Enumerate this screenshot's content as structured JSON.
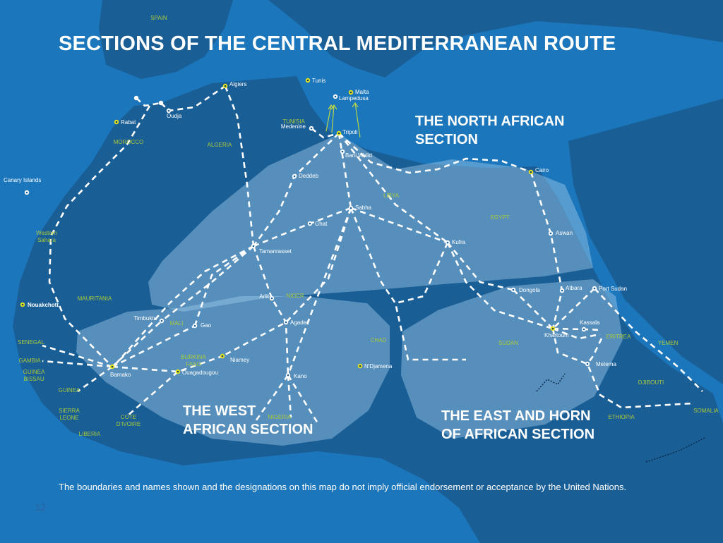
{
  "title": "SECTIONS OF THE CENTRAL MEDITERRANEAN ROUTE",
  "sections": {
    "north": [
      "THE NORTH AFRICAN",
      "SECTION"
    ],
    "west": [
      "THE WEST",
      "AFRICAN SECTION"
    ],
    "east": [
      "THE EAST AND HORN",
      "OF AFRICAN SECTION"
    ]
  },
  "cities": [
    {
      "name": "Algiers",
      "capital": true
    },
    {
      "name": "Tunis",
      "capital": true
    },
    {
      "name": "Malta",
      "capital": true
    },
    {
      "name": "Lampedusa",
      "capital": false
    },
    {
      "name": "Tripoli",
      "capital": true
    },
    {
      "name": "Medenine",
      "capital": false
    },
    {
      "name": "Bani Walid",
      "capital": false
    },
    {
      "name": "Rabat",
      "capital": true
    },
    {
      "name": "Oudja",
      "capital": false
    },
    {
      "name": "Canary Islands",
      "capital": false
    },
    {
      "name": "Deddeb",
      "capital": false
    },
    {
      "name": "Sabha",
      "capital": false
    },
    {
      "name": "Ghat",
      "capital": false
    },
    {
      "name": "Tamanrasset",
      "capital": false
    },
    {
      "name": "Kufra",
      "capital": false
    },
    {
      "name": "Cairo",
      "capital": true
    },
    {
      "name": "Aswan",
      "capital": false
    },
    {
      "name": "Dongola",
      "capital": false
    },
    {
      "name": "Atbara",
      "capital": false
    },
    {
      "name": "Port Sudan",
      "capital": false
    },
    {
      "name": "Khartoum",
      "capital": true
    },
    {
      "name": "Kassala",
      "capital": false
    },
    {
      "name": "Metema",
      "capital": false
    },
    {
      "name": "Arlit",
      "capital": false
    },
    {
      "name": "Agadez",
      "capital": false
    },
    {
      "name": "Timbuktu",
      "capital": false
    },
    {
      "name": "Gao",
      "capital": false
    },
    {
      "name": "Niamey",
      "capital": true
    },
    {
      "name": "Bamako",
      "capital": true
    },
    {
      "name": "Ouagadougou",
      "capital": true
    },
    {
      "name": "Kano",
      "capital": false
    },
    {
      "name": "N'Djamena",
      "capital": true
    },
    {
      "name": "Nouakchott",
      "capital": true
    }
  ],
  "countries": [
    "SPAIN",
    "MOROCCO",
    "ALGERIA",
    "TUNISIA",
    "LIBYA",
    "EGYPT",
    "MAURITANIA",
    "MALI",
    "NIGER",
    "CHAD",
    "SUDAN",
    "ERITREA",
    "YEMEN",
    "DJIBOUTI",
    "SOMALIA",
    "ETHIOPIA",
    "SENEGAL",
    "GAMBIA",
    "GUINEA BISSAU",
    "GUINEA",
    "SIERRA LEONE",
    "LIBERIA",
    "COTE D'IVOIRE",
    "BURKINA FASO",
    "NIGERIA",
    "Western Sahara"
  ],
  "disclaimer": "The boundaries and names shown and the designations on this map do not imply official endorsement or acceptance by the United Nations.",
  "page_number": "12",
  "colors": {
    "ocean": "#1b76bb",
    "land": "#1a5e96",
    "zone": "#9fcbea",
    "capital": "#e6e61e",
    "country_label": "#a9c93b",
    "arrow": "#b8d44a"
  }
}
